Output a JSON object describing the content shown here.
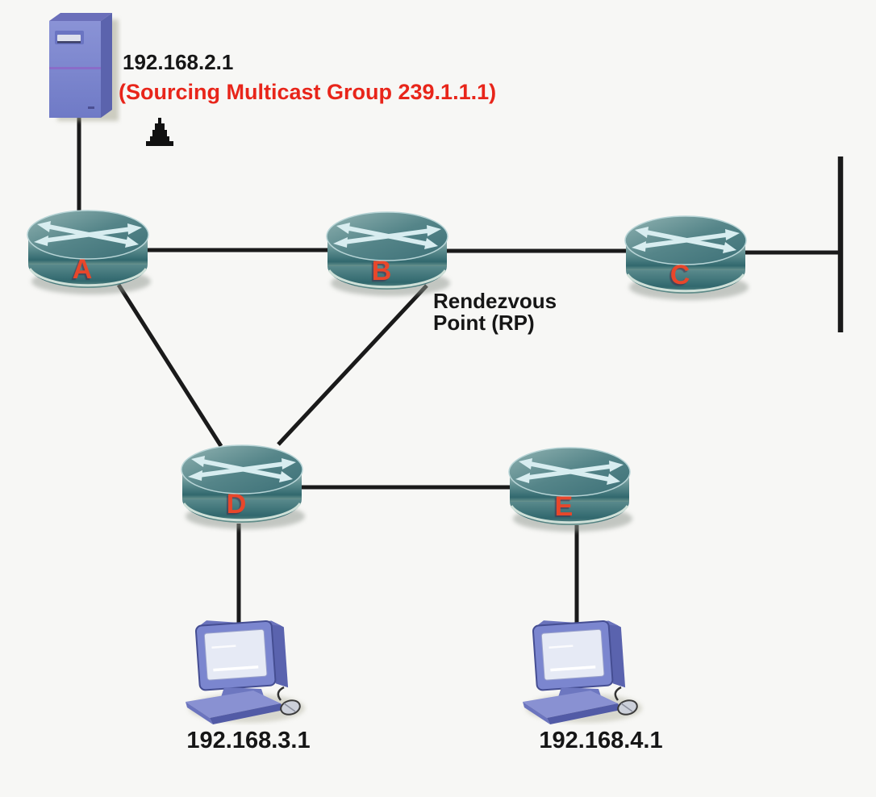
{
  "diagram": {
    "background_color": "#f7f7f5",
    "line_color": "#1a1a1a",
    "accent_red": "#e8251a",
    "router_letter_color": "#e8472b",
    "server": {
      "ip": "192.168.2.1",
      "note": "(Sourcing Multicast Group 239.1.1.1)",
      "icon": "server-tower-icon",
      "marker_icon": "up-arrow-marker-icon"
    },
    "routers": [
      {
        "label": "A",
        "icon": "router-icon"
      },
      {
        "label": "B",
        "icon": "router-icon",
        "role": "Rendezvous Point (RP)"
      },
      {
        "label": "C",
        "icon": "router-icon"
      },
      {
        "label": "D",
        "icon": "router-icon"
      },
      {
        "label": "E",
        "icon": "router-icon"
      }
    ],
    "hosts": [
      {
        "ip": "192.168.3.1",
        "icon": "desktop-pc-icon"
      },
      {
        "ip": "192.168.4.1",
        "icon": "desktop-pc-icon"
      }
    ],
    "links": [
      "server to A",
      "A to B",
      "B to C",
      "C to ethernet segment",
      "A to D",
      "B to D",
      "D to E",
      "D to host 192.168.3.1",
      "E to host 192.168.4.1"
    ]
  }
}
